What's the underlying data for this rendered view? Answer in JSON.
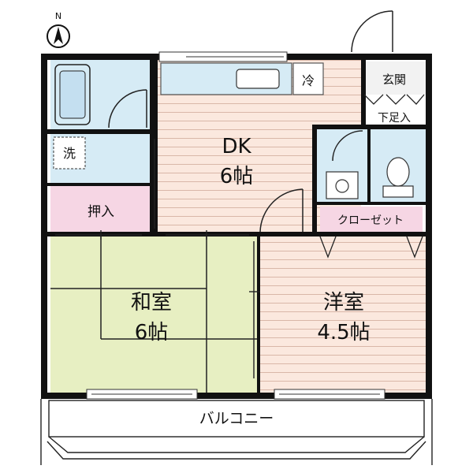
{
  "compass": {
    "label": "N"
  },
  "rooms": {
    "dk": {
      "name": "DK",
      "size": "6帖"
    },
    "washitsu": {
      "name": "和室",
      "size": "6帖"
    },
    "yoshitsu": {
      "name": "洋室",
      "size": "4.5帖"
    },
    "oshiire": {
      "name": "押入"
    },
    "closet": {
      "name": "クローゼット"
    },
    "genkan": {
      "name": "玄関"
    },
    "shoebox": {
      "name": "下足入"
    },
    "fridge": {
      "name": "冷"
    },
    "washer": {
      "name": "洗"
    },
    "balcony": {
      "name": "バルコニー"
    }
  },
  "colors": {
    "wall": "#111111",
    "dk_floor": "#fbe8de",
    "yoshitsu_floor": "#fbe8de",
    "washitsu_floor": "#e7efc2",
    "wet_area": "#d6ebf5",
    "storage": "#f6d6e4",
    "floor_lines": "#d9b7a8"
  }
}
